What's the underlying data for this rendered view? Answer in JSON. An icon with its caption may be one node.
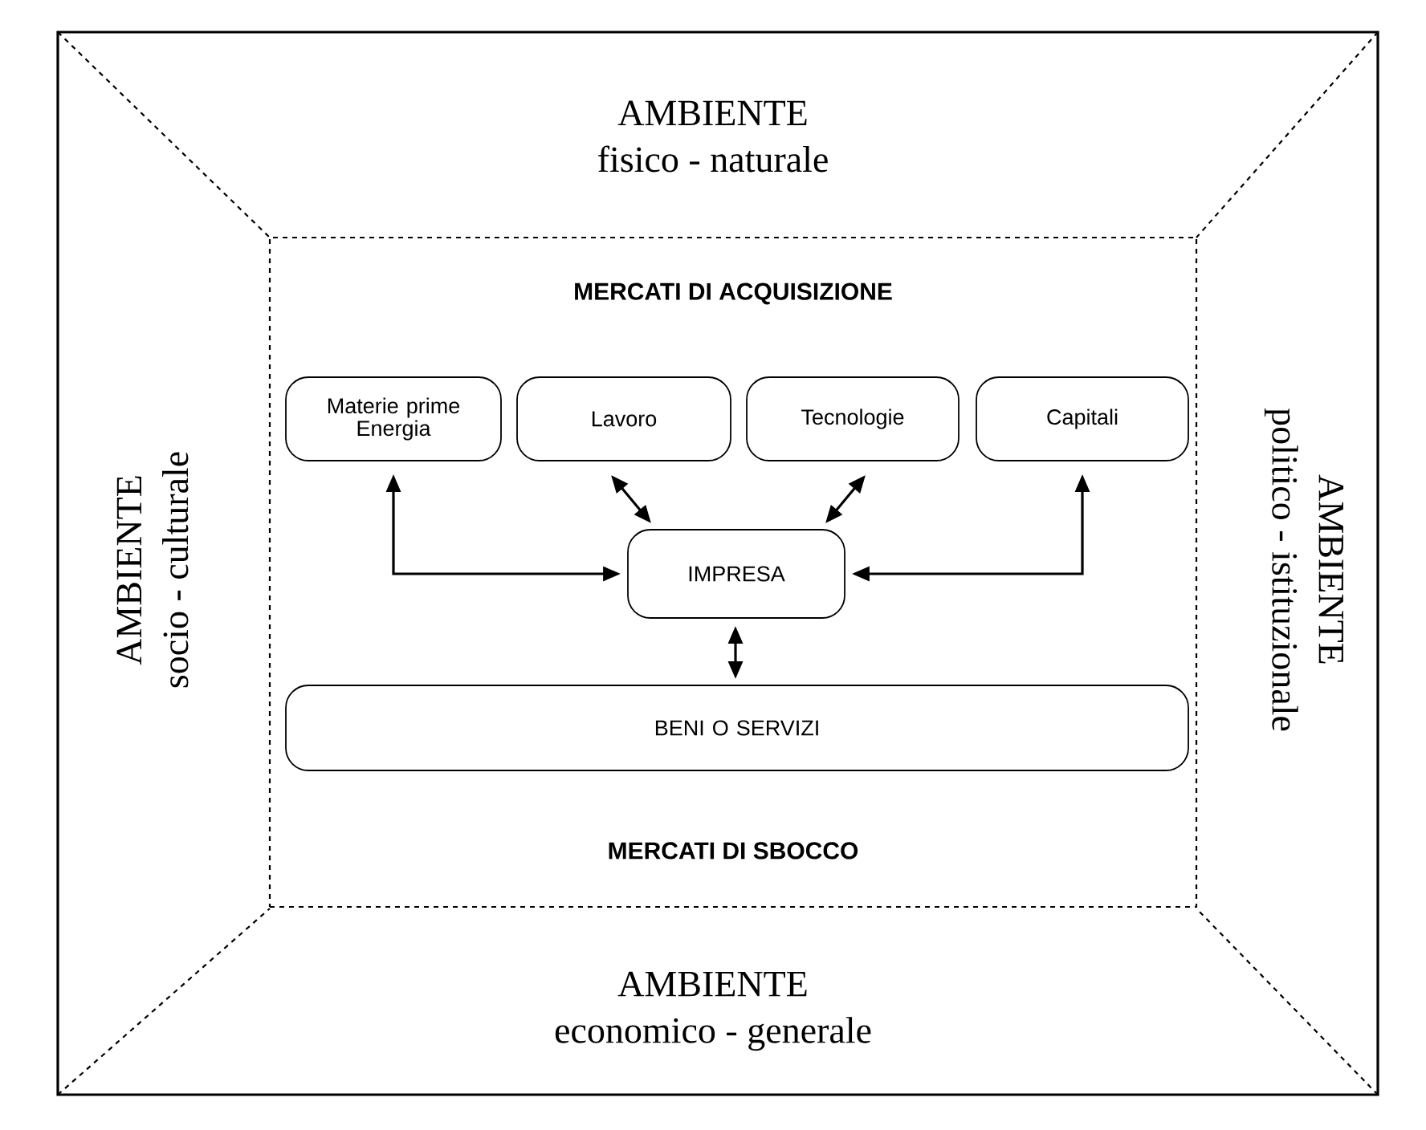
{
  "diagram": {
    "nodes": [
      {
        "text": [
          "AMBIENTE",
          "fisico - naturale"
        ]
      },
      {
        "text": [
          "AMBIENTE",
          "socio - culturale"
        ]
      },
      {
        "text": [
          "AMBIENTE",
          "politico - istituzionale"
        ]
      },
      {
        "text": [
          "AMBIENTE",
          "economico - generale"
        ]
      },
      {
        "text": [
          "MERCATI DI ACQUISIZIONE",
          "MERCATI DI SBOCCO"
        ]
      },
      {
        "text": [
          "Materie prime Energia"
        ],
        "in": 4
      },
      {
        "text": [
          "Lavoro"
        ],
        "in": 4
      },
      {
        "text": [
          "Tecnologie"
        ],
        "in": 4
      },
      {
        "text": [
          "Capitali"
        ],
        "in": 4
      },
      {
        "text": [
          "IMPRESA"
        ],
        "in": 4
      },
      {
        "text": [
          "BENI O SERVIZI"
        ],
        "in": 4
      }
    ],
    "edges": [
      {
        "from": 5,
        "to": 9,
        "arrow": "both"
      },
      {
        "from": 6,
        "to": 9,
        "arrow": "both"
      },
      {
        "from": 7,
        "to": 9,
        "arrow": "both"
      },
      {
        "from": 8,
        "to": 9,
        "arrow": "both"
      },
      {
        "from": 9,
        "to": 10,
        "arrow": "both"
      }
    ]
  }
}
